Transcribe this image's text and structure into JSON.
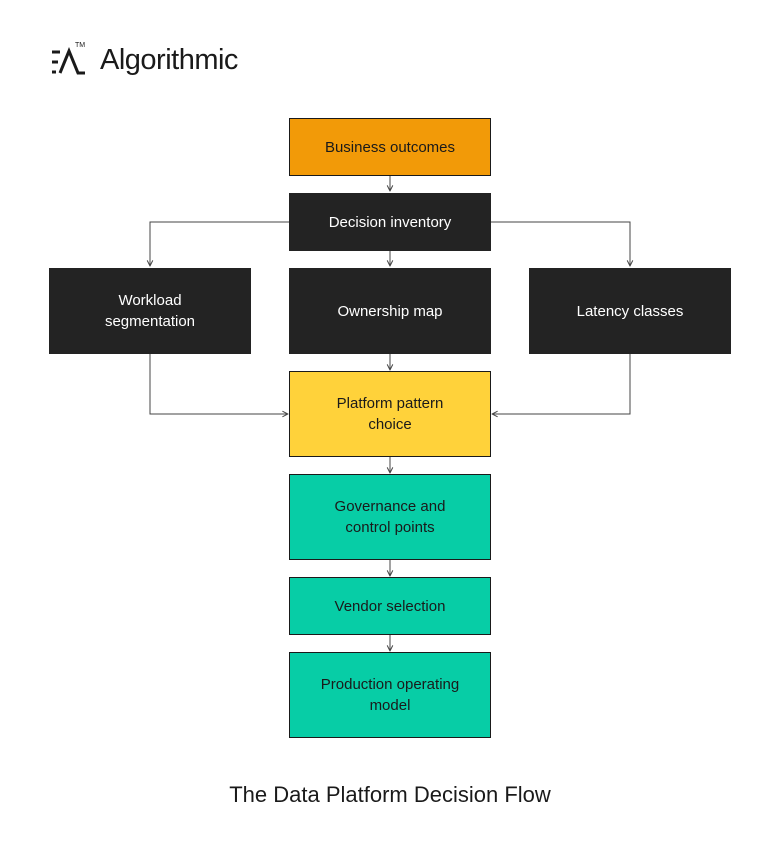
{
  "brand": {
    "name": "Algorithmic",
    "trademark": "TM"
  },
  "caption": "The Data Platform Decision Flow",
  "colors": {
    "dark": "#232323",
    "orange": "#f29a08",
    "yellow": "#ffd23a",
    "teal": "#07cda6",
    "line": "#444444"
  },
  "nodes": {
    "business_outcomes": "Business outcomes",
    "decision_inventory": "Decision inventory",
    "workload_segmentation": "Workload segmentation",
    "ownership_map": "Ownership map",
    "latency_classes": "Latency classes",
    "platform_pattern_choice": "Platform pattern choice",
    "governance": "Governance and control points",
    "vendor_selection": "Vendor selection",
    "production_model": "Production operating model"
  }
}
